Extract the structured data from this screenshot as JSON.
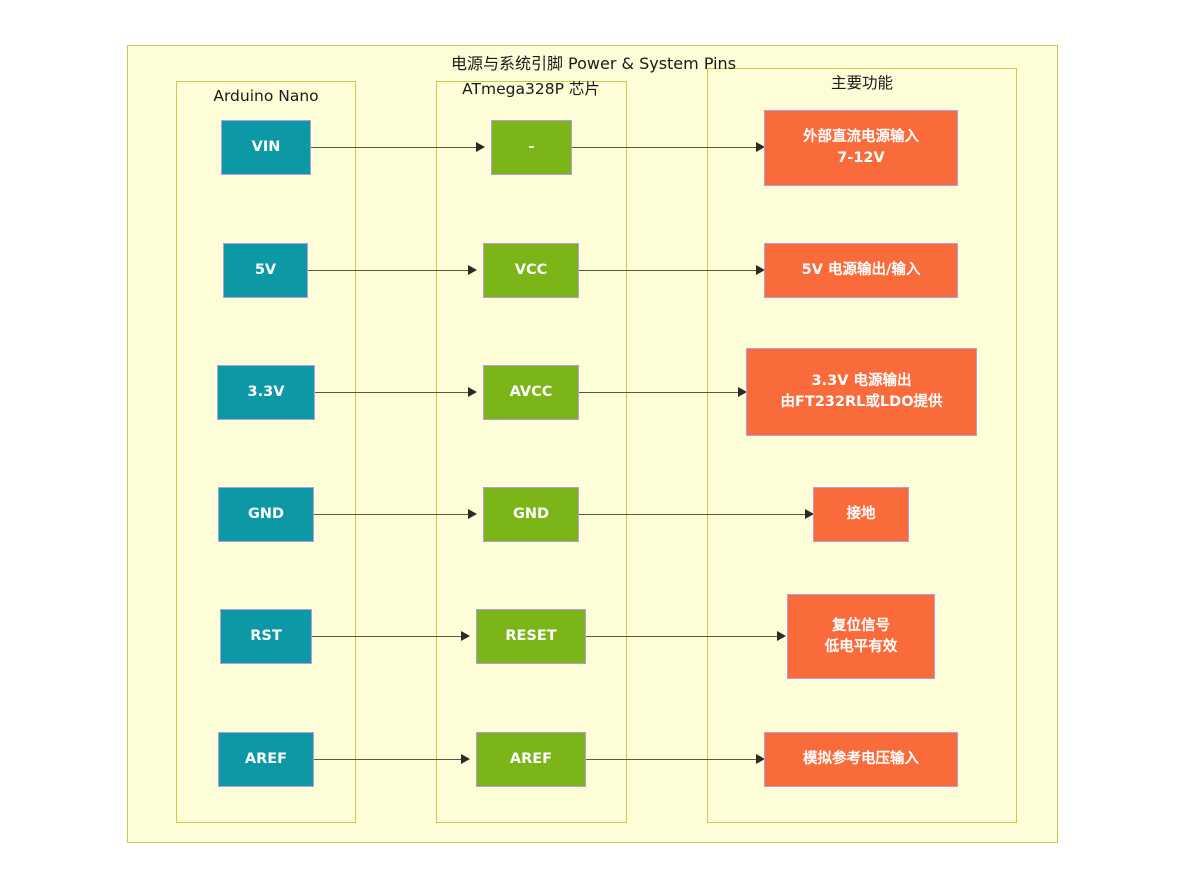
{
  "diagram": {
    "title": "电源与系统引脚 Power & System Pins",
    "background_color": "#fdfdd8",
    "border_color": "#cfc94f",
    "panels": [
      {
        "id": "nano",
        "title": "Arduino Nano"
      },
      {
        "id": "chip",
        "title": "ATmega328P 芯片"
      },
      {
        "id": "func",
        "title": "主要功能"
      }
    ],
    "colors": {
      "pin_node": "#0d98a6",
      "chip_node": "#7cb518",
      "function_node": "#fa6b3c",
      "node_border": "#b39ddb",
      "edge": "#5a5a46",
      "text": "#ffffff"
    },
    "rows": [
      {
        "pin": "VIN",
        "chip": "-",
        "function_lines": [
          "外部直流电源输入",
          "7-12V"
        ]
      },
      {
        "pin": "5V",
        "chip": "VCC",
        "function_lines": [
          "5V 电源输出/输入"
        ]
      },
      {
        "pin": "3.3V",
        "chip": "AVCC",
        "function_lines": [
          "3.3V 电源输出",
          "由FT232RL或LDO提供"
        ]
      },
      {
        "pin": "GND",
        "chip": "GND",
        "function_lines": [
          "接地"
        ]
      },
      {
        "pin": "RST",
        "chip": "RESET",
        "function_lines": [
          "复位信号",
          "低电平有效"
        ]
      },
      {
        "pin": "AREF",
        "chip": "AREF",
        "function_lines": [
          "模拟参考电压输入"
        ]
      }
    ]
  }
}
